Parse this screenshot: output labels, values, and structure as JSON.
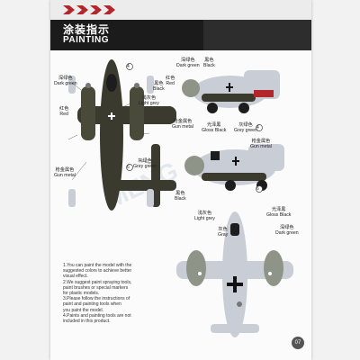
{
  "header": {
    "title_cn": "涂装指示",
    "title_en": "PAINTING"
  },
  "labels": {
    "dark_green_1": {
      "cn": "深绿色",
      "en": "Dark green"
    },
    "red_1": {
      "cn": "红色",
      "en": "Red"
    },
    "light_grey_1": {
      "cn": "浅灰色",
      "en": "Light grey"
    },
    "black_1": {
      "cn": "黑色",
      "en": "Black"
    },
    "gun_metal_1": {
      "cn": "枪金属色",
      "en": "Gun metal"
    },
    "grey_green_1": {
      "cn": "灰绿色",
      "en": "Grey green"
    },
    "dark_green_2": {
      "cn": "深绿色",
      "en": "Dark green"
    },
    "black_2": {
      "cn": "黑色",
      "en": "Black"
    },
    "red_2": {
      "cn": "红色",
      "en": "Red"
    },
    "gun_metal_2": {
      "cn": "枪金属色",
      "en": "Gun metal"
    },
    "gloss_black_1": {
      "cn": "光泽黑",
      "en": "Gloss Black"
    },
    "grey_green_2": {
      "cn": "灰绿色",
      "en": "Grey green"
    },
    "gun_metal_3": {
      "cn": "枪金属色",
      "en": "Gun metal"
    },
    "black_3": {
      "cn": "黑色",
      "en": "Black"
    },
    "light_grey_2": {
      "cn": "浅灰色",
      "en": "Light grey"
    },
    "gloss_black_2": {
      "cn": "光泽黑",
      "en": "Gloss Black"
    },
    "gray_1": {
      "cn": "灰色",
      "en": "Gray"
    },
    "dark_green_3": {
      "cn": "深绿色",
      "en": "Dark green"
    }
  },
  "callouts": [
    "4",
    "6",
    "4",
    "6"
  ],
  "notes": [
    "1.You can paint the model with the",
    "suggested colors to achieve better",
    "visual effect.",
    "2.We suggest paint spraying tools,",
    "paint brushes or special markers",
    "for plastic models.",
    "3.Please follow the instructions of",
    "paint and painting tools when",
    "you paint the model.",
    "4.Paints and painting tools are not",
    "included in this product."
  ],
  "page_number": "07",
  "colors": {
    "dark_green": "#3b3a2e",
    "light_grey": "#c9ced6",
    "grey_green": "#8e9488",
    "header_bg": "#1b1b1b",
    "accent_red": "#b3262c"
  }
}
